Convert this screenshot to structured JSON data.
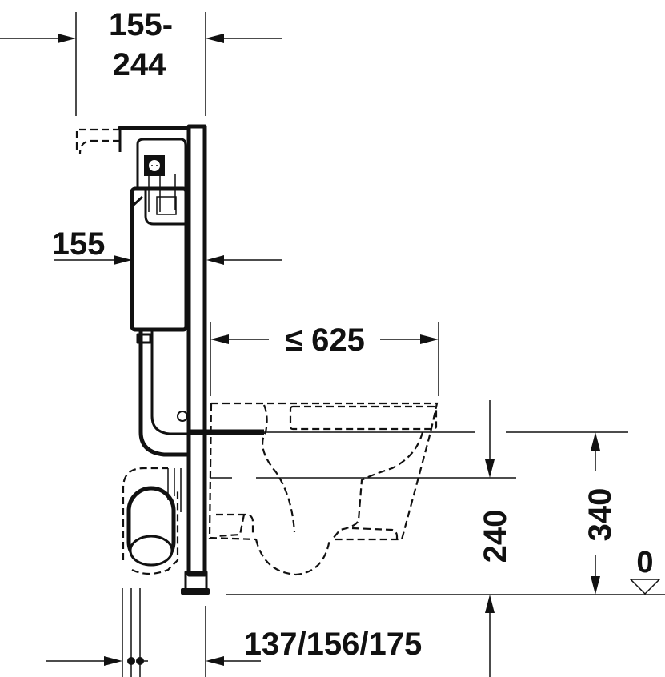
{
  "drawing": {
    "title": "Wall-hung WC installation element side view with dimensions",
    "colors": {
      "line": "#111111",
      "background": "#ffffff"
    },
    "dimensions": {
      "top_width_line1": "155-",
      "top_width_line2": "244",
      "tank_depth": "155",
      "projection": "≤ 625",
      "outlet_height": "240",
      "seat_height": "340",
      "floor_level": "0",
      "frame_offset": "137/156/175"
    },
    "symbols": {
      "floor_level_marker": "triangle-down-icon"
    }
  }
}
